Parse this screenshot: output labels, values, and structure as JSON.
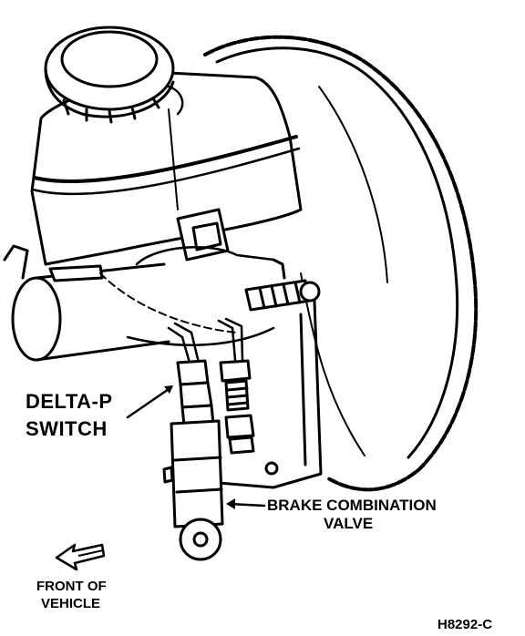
{
  "labels": {
    "delta_p_line1": "DELTA-P",
    "delta_p_line2": "SWITCH",
    "combo_line1": "BRAKE COMBINATION",
    "combo_line2": "VALVE",
    "front_line1": "FRONT OF",
    "front_line2": "VEHICLE",
    "figure_code": "H8292-C"
  },
  "colors": {
    "ink": "#000000",
    "paper": "#ffffff"
  }
}
